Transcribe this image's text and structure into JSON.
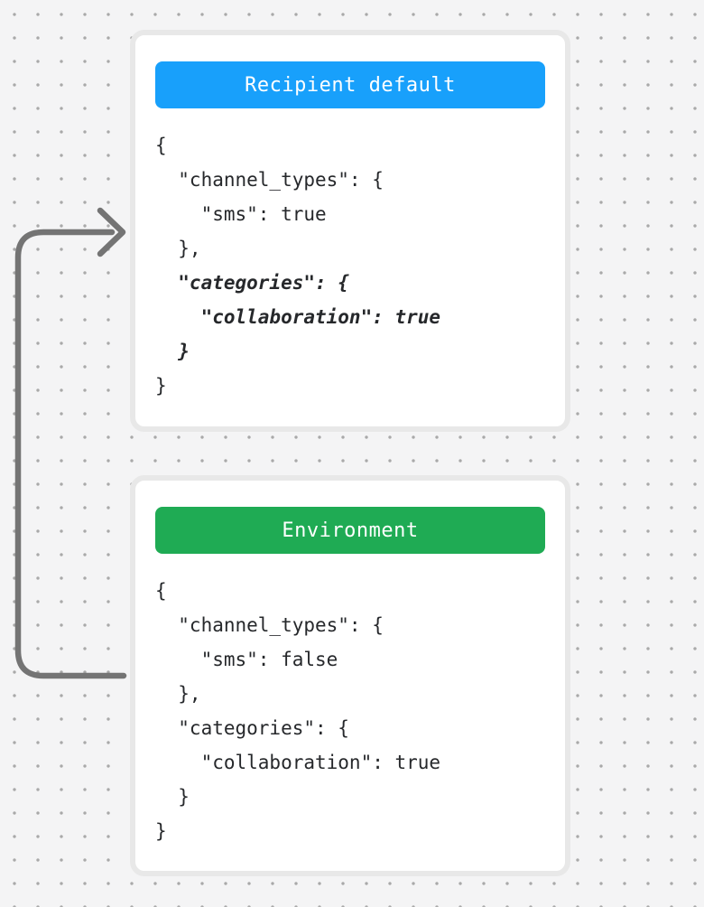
{
  "canvas": {
    "background_color": "#F4F4F5",
    "dot_color": "#A9A9A9"
  },
  "arrow": {
    "description": "curved arrow from Environment card pointing into Recipient default card",
    "color": "#747474"
  },
  "top_card": {
    "header": {
      "label": "Recipient default",
      "color": "#18A0FB",
      "text_color": "#FFFFFF"
    },
    "code_lines": [
      {
        "text": "{",
        "emphasis": false
      },
      {
        "text": "  \"channel_types\": {",
        "emphasis": false
      },
      {
        "text": "    \"sms\": true",
        "emphasis": false
      },
      {
        "text": "  },",
        "emphasis": false
      },
      {
        "text": "  \"categories\": {",
        "emphasis": true
      },
      {
        "text": "    \"collaboration\": true",
        "emphasis": true
      },
      {
        "text": "  }",
        "emphasis": true
      },
      {
        "text": "}",
        "emphasis": false
      }
    ]
  },
  "bottom_card": {
    "header": {
      "label": "Environment",
      "color": "#1FAB54",
      "text_color": "#FFFFFF"
    },
    "code_lines": [
      {
        "text": "{",
        "emphasis": false
      },
      {
        "text": "  \"channel_types\": {",
        "emphasis": false
      },
      {
        "text": "    \"sms\": false",
        "emphasis": false
      },
      {
        "text": "  },",
        "emphasis": false
      },
      {
        "text": "  \"categories\": {",
        "emphasis": false
      },
      {
        "text": "    \"collaboration\": true",
        "emphasis": false
      },
      {
        "text": "  }",
        "emphasis": false
      },
      {
        "text": "}",
        "emphasis": false
      }
    ]
  }
}
